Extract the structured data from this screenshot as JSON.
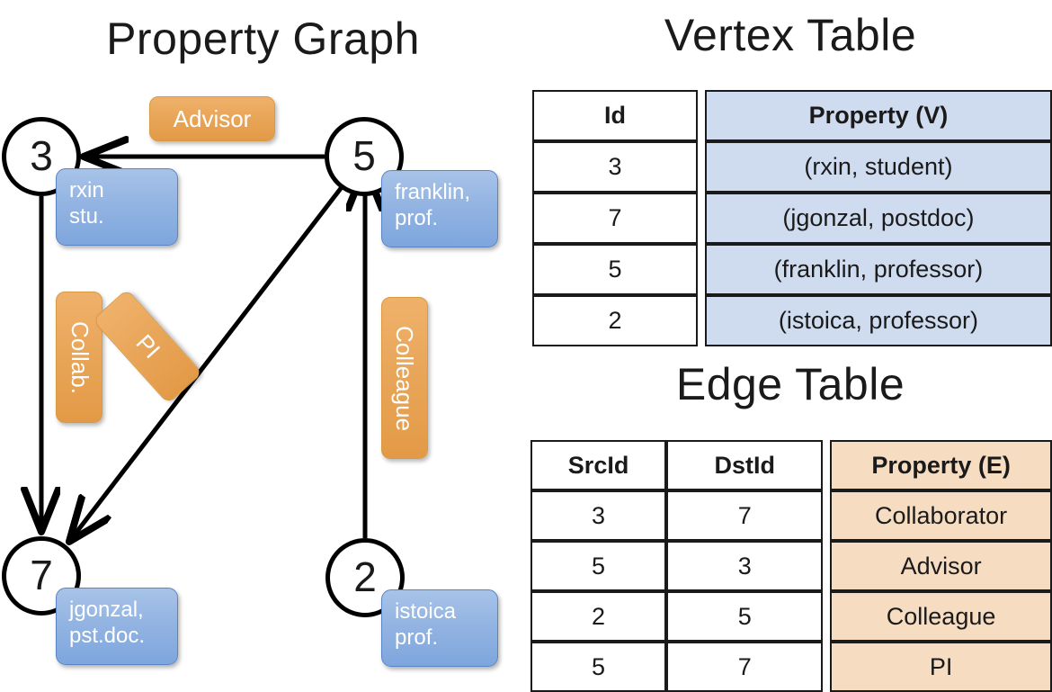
{
  "titles": {
    "property_graph": "Property Graph",
    "vertex_table": "Vertex Table",
    "edge_table": "Edge Table"
  },
  "graph": {
    "nodes": [
      {
        "id": "3",
        "property_label": "rxin\nstu."
      },
      {
        "id": "5",
        "property_label": "franklin,\nprof."
      },
      {
        "id": "7",
        "property_label": "jgonzal,\npst.doc."
      },
      {
        "id": "2",
        "property_label": "istoica\nprof."
      }
    ],
    "node_ids": {
      "three": "3",
      "five": "5",
      "seven": "7",
      "two": "2"
    },
    "property_boxes": {
      "rxin_line1": "rxin",
      "rxin_line2": "stu.",
      "franklin_line1": "franklin,",
      "franklin_line2": "prof.",
      "jgonzal_line1": "jgonzal,",
      "jgonzal_line2": "pst.doc.",
      "istoica_line1": "istoica",
      "istoica_line2": "prof."
    },
    "edge_labels": {
      "advisor": "Advisor",
      "collab": "Collab.",
      "pi": "PI",
      "colleague": "Colleague"
    }
  },
  "vertex_table": {
    "headers": [
      "Id",
      "Property (V)"
    ],
    "rows": [
      {
        "id": "3",
        "property": "(rxin, student)"
      },
      {
        "id": "7",
        "property": "(jgonzal, postdoc)"
      },
      {
        "id": "5",
        "property": "(franklin, professor)"
      },
      {
        "id": "2",
        "property": "(istoica, professor)"
      }
    ]
  },
  "edge_table": {
    "headers": [
      "SrcId",
      "DstId",
      "Property (E)"
    ],
    "rows": [
      {
        "src": "3",
        "dst": "7",
        "property": "Collaborator"
      },
      {
        "src": "5",
        "dst": "3",
        "property": "Advisor"
      },
      {
        "src": "2",
        "dst": "5",
        "property": "Colleague"
      },
      {
        "src": "5",
        "dst": "7",
        "property": "PI"
      }
    ]
  },
  "colors": {
    "vertex_property_fill": "#cfdcef",
    "edge_property_fill": "#f6ddc2",
    "node_box_blue": "#93b4e2",
    "edge_label_orange": "#e8a558",
    "stroke": "#000000",
    "background": "#ffffff"
  }
}
